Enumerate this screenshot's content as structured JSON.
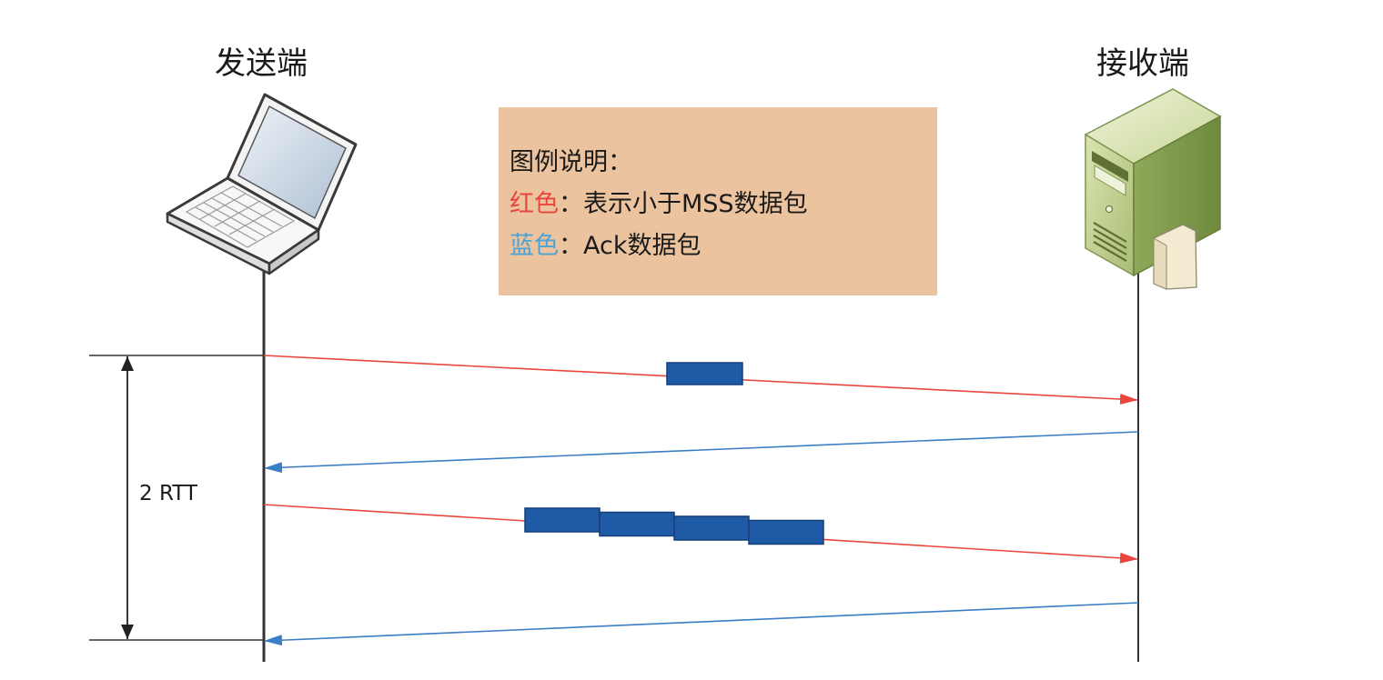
{
  "sender": {
    "label": "发送端",
    "icon": "laptop-icon"
  },
  "receiver": {
    "label": "接收端",
    "icon": "server-icon"
  },
  "legend": {
    "title": "图例说明：",
    "items": [
      {
        "colored": "红色",
        "separator": "：",
        "text": "表示小于MSS数据包",
        "color": "#e8453c"
      },
      {
        "colored": "蓝色",
        "separator": "：",
        "text": "Ack数据包",
        "color": "#4aa3d4"
      }
    ],
    "background": "#ecc39f"
  },
  "rtt": {
    "label": "2 RTT"
  },
  "messages": [
    {
      "kind": "data",
      "direction": "sender-to-receiver",
      "packets": 1,
      "color": "#e8453c"
    },
    {
      "kind": "ack",
      "direction": "receiver-to-sender",
      "packets": 0,
      "color": "#4a86c8"
    },
    {
      "kind": "data",
      "direction": "sender-to-receiver",
      "packets": 4,
      "color": "#e8453c"
    },
    {
      "kind": "ack",
      "direction": "receiver-to-sender",
      "packets": 0,
      "color": "#4a86c8"
    }
  ],
  "colors": {
    "packet_fill": "#1f5aa6",
    "packet_stroke": "#163f78",
    "timeline": "#333333"
  }
}
